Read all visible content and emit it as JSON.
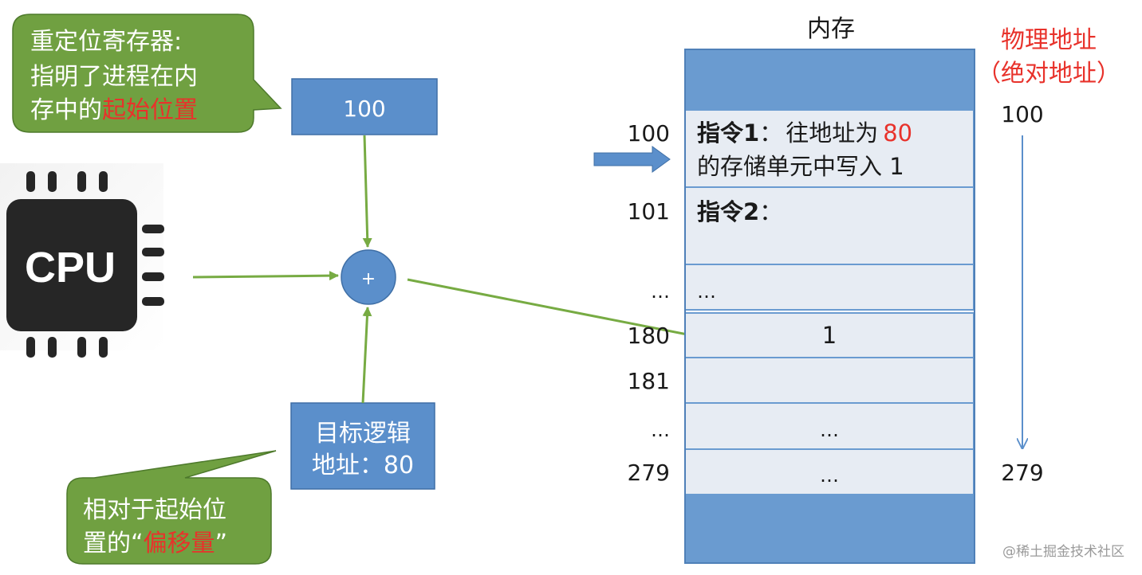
{
  "callouts": {
    "relocation": {
      "line1": "重定位寄存器:",
      "line2": "指明了进程在内",
      "line3_prefix": "存中的",
      "line3_highlight": "起始位置"
    },
    "offset": {
      "line1": "相对于起始位",
      "line2_prefix": "置的“",
      "line2_highlight": "偏移量",
      "line2_suffix": "”"
    }
  },
  "register_box": {
    "value": "100"
  },
  "adder": {
    "symbol": "+"
  },
  "logical_address_box": {
    "line1": "目标逻辑",
    "line2": "地址：80"
  },
  "cpu": {
    "label": "CPU"
  },
  "memory": {
    "title": "内存",
    "physical_label": {
      "line1": "物理地址",
      "line2": "（绝对地址）"
    },
    "physical_start": "100",
    "physical_end": "279",
    "cells": [
      {
        "address": "100",
        "instr_label": "指令1",
        "instr_colon": "：",
        "instr_text_a": "往地址为",
        "instr_text_highlight": "80",
        "instr_text_b": "的存储单元中写入 1"
      },
      {
        "address": "101",
        "instr_label": "指令2",
        "instr_colon": "："
      },
      {
        "address": "…",
        "text": "…"
      },
      {
        "address": "180",
        "text": "1"
      },
      {
        "address": "181",
        "text": ""
      },
      {
        "address": "…",
        "text": "…"
      },
      {
        "address": "279",
        "text": "…"
      }
    ]
  },
  "watermark": "@稀土掘金技术社区",
  "colors": {
    "callout_fill": "#70a041",
    "box_fill": "#5b8fcb",
    "memory_band": "#6a9bd0",
    "cell_fill": "#e7ecf3",
    "arrow_green": "#77ab43",
    "highlight_red": "#e8322b",
    "cpu_body": "#262626"
  }
}
